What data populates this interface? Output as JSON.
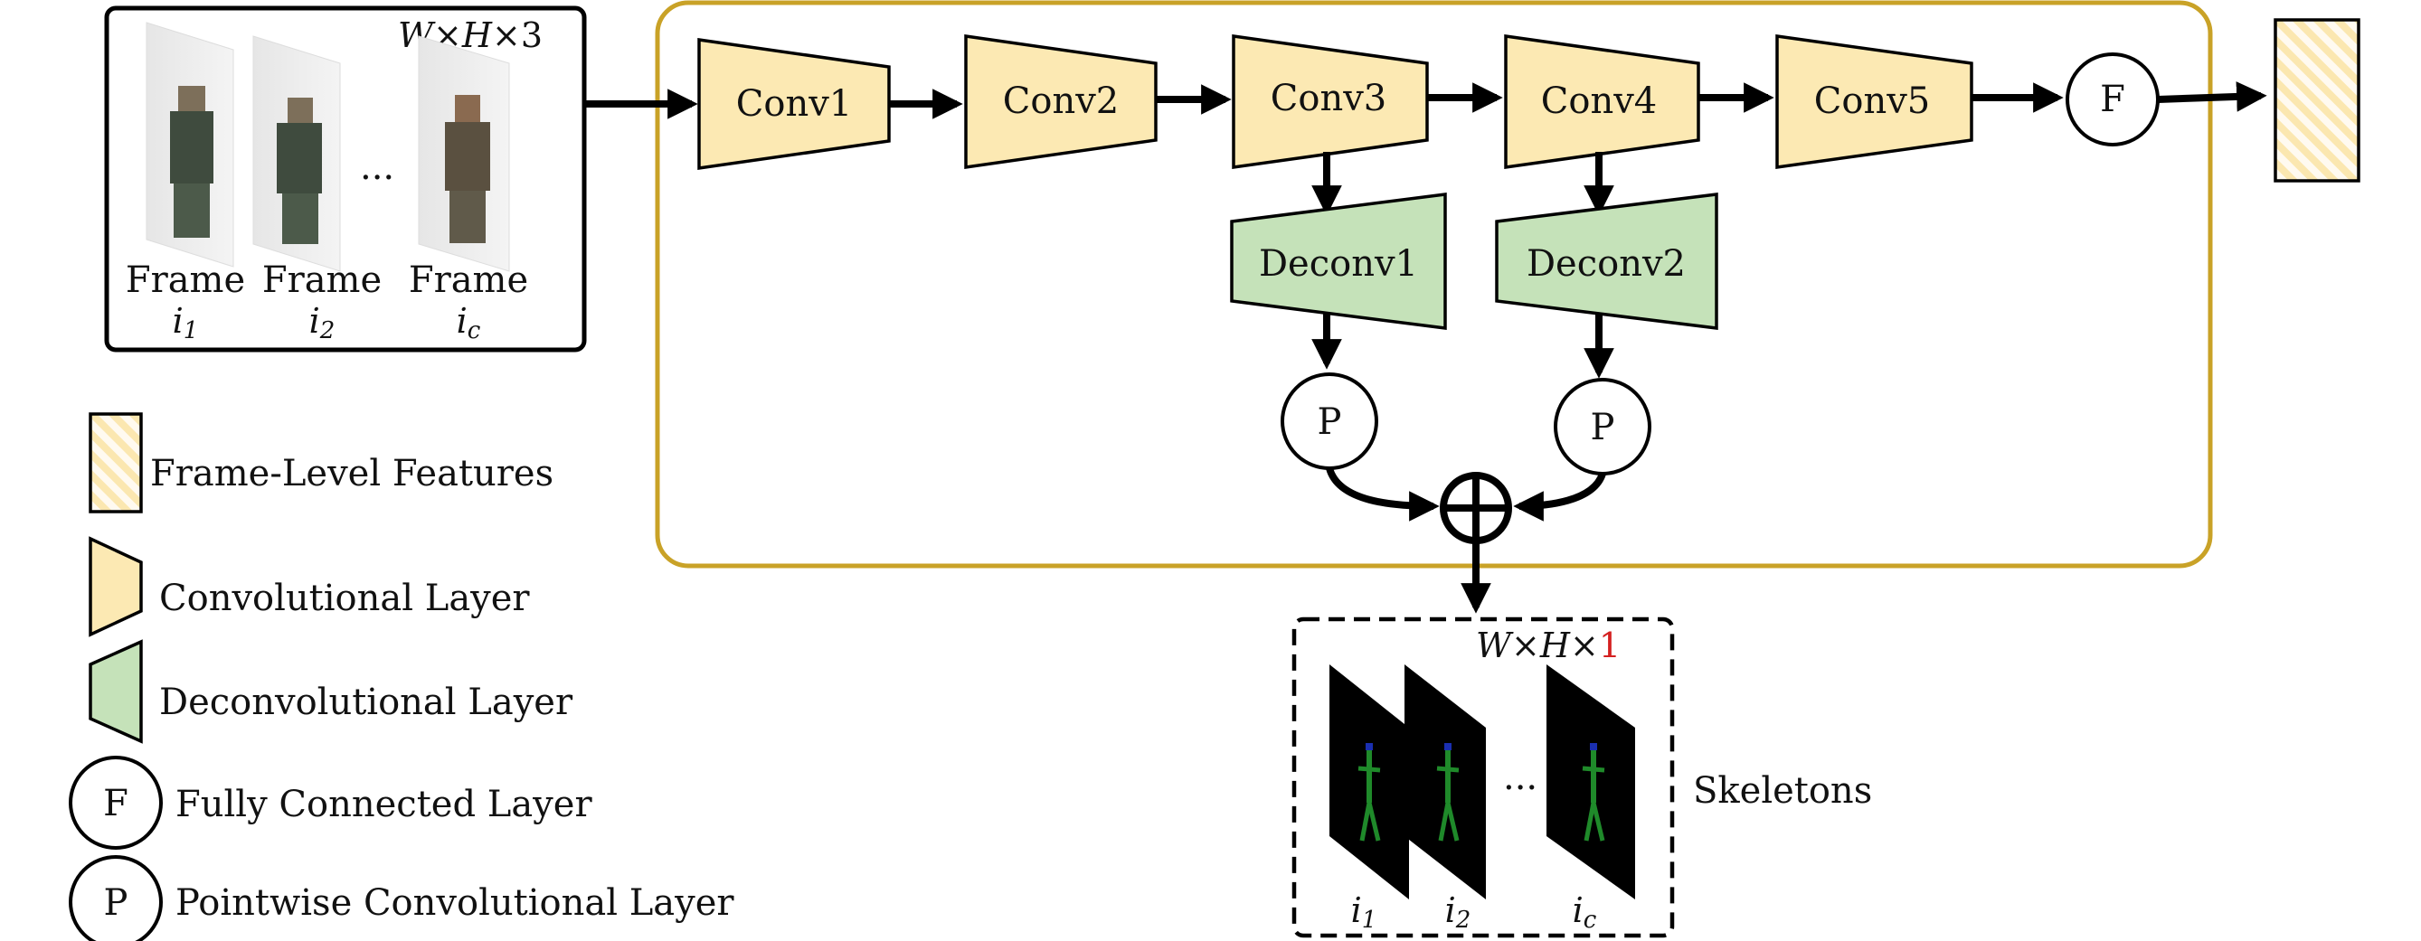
{
  "input": {
    "dims_main": "W×H×",
    "dims_channels": "3",
    "frames": [
      {
        "label": "Frame",
        "index_letter": "i",
        "index_sub": "1"
      },
      {
        "label": "Frame",
        "index_letter": "i",
        "index_sub": "2"
      },
      {
        "label": "Frame",
        "index_letter": "i",
        "index_sub": "c"
      }
    ],
    "ellipsis": "..."
  },
  "network": {
    "conv_layers": [
      "Conv1",
      "Conv2",
      "Conv3",
      "Conv4",
      "Conv5"
    ],
    "deconv_layers": [
      "Deconv1",
      "Deconv2"
    ],
    "pointwise_label": "P",
    "fc_label": "F"
  },
  "output": {
    "dims_main": "W×H×",
    "dims_channels": "1",
    "dims_channels_color": "#d42020",
    "indices": [
      {
        "letter": "i",
        "sub": "1"
      },
      {
        "letter": "i",
        "sub": "2"
      },
      {
        "letter": "i",
        "sub": "c"
      }
    ],
    "ellipsis": "...",
    "label": "Skeletons"
  },
  "legend": {
    "features": "Frame-Level Features",
    "conv": "Convolutional Layer",
    "deconv": "Deconvolutional Layer",
    "fc_symbol": "F",
    "fc": "Fully Connected Layer",
    "pw_symbol": "P",
    "pw": "Pointwise Convolutional Layer"
  },
  "colors": {
    "conv_fill": "#fce9b3",
    "deconv_fill": "#c5e2b9",
    "network_border": "#c9a227",
    "skeleton_bg": "#000000",
    "skeleton_body": "#1f8a2a",
    "skeleton_joints": "#1a2fb0"
  }
}
